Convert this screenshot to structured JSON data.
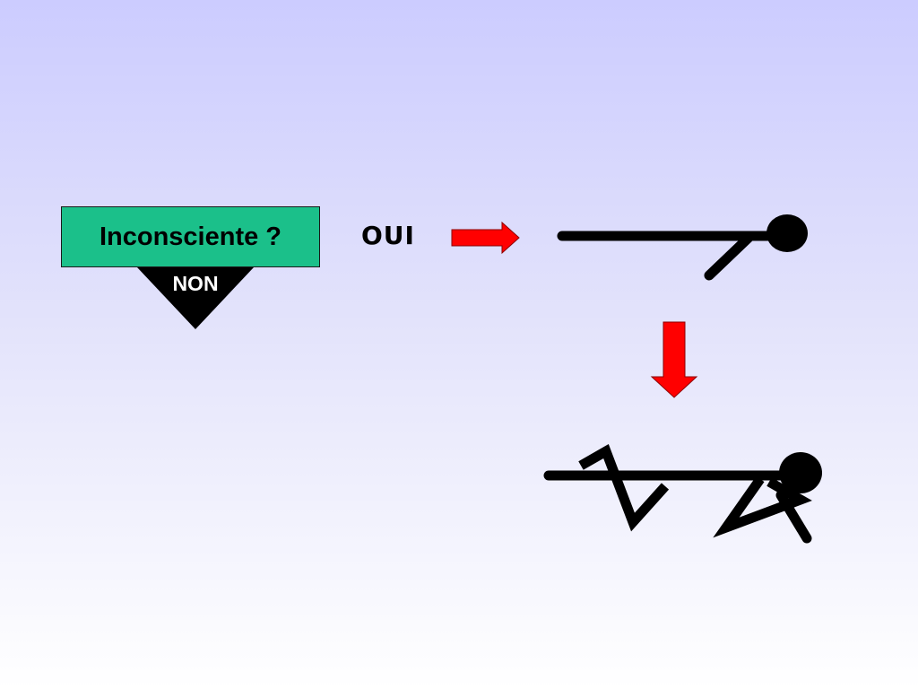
{
  "flowchart": {
    "question": "Inconsciente ?",
    "no_label": "NON",
    "yes_label": "OUI"
  },
  "colors": {
    "background_top": "#ccccff",
    "background_bottom": "#ffffff",
    "question_box": "#1bc08a",
    "no_triangle": "#000000",
    "arrow": "#ff0000",
    "figure": "#000000"
  },
  "icons": {
    "right_arrow": "right-arrow-icon",
    "down_arrow": "down-arrow-icon",
    "figure_lying": "lying-figure-icon",
    "figure_recovery": "recovery-position-figure-icon"
  }
}
